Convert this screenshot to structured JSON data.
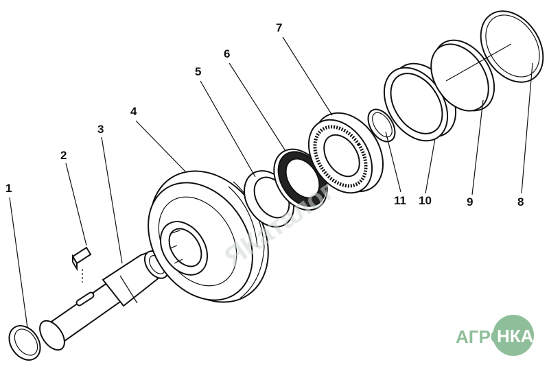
{
  "diagram": {
    "part_labels": [
      "1",
      "2",
      "3",
      "4",
      "5",
      "6",
      "7",
      "11",
      "10",
      "9",
      "8"
    ]
  },
  "watermark": {
    "text": "ЯКаталог"
  },
  "logo": {
    "text_left": "АГРО",
    "text_right": "НКА",
    "color": "#8fbf9a"
  }
}
